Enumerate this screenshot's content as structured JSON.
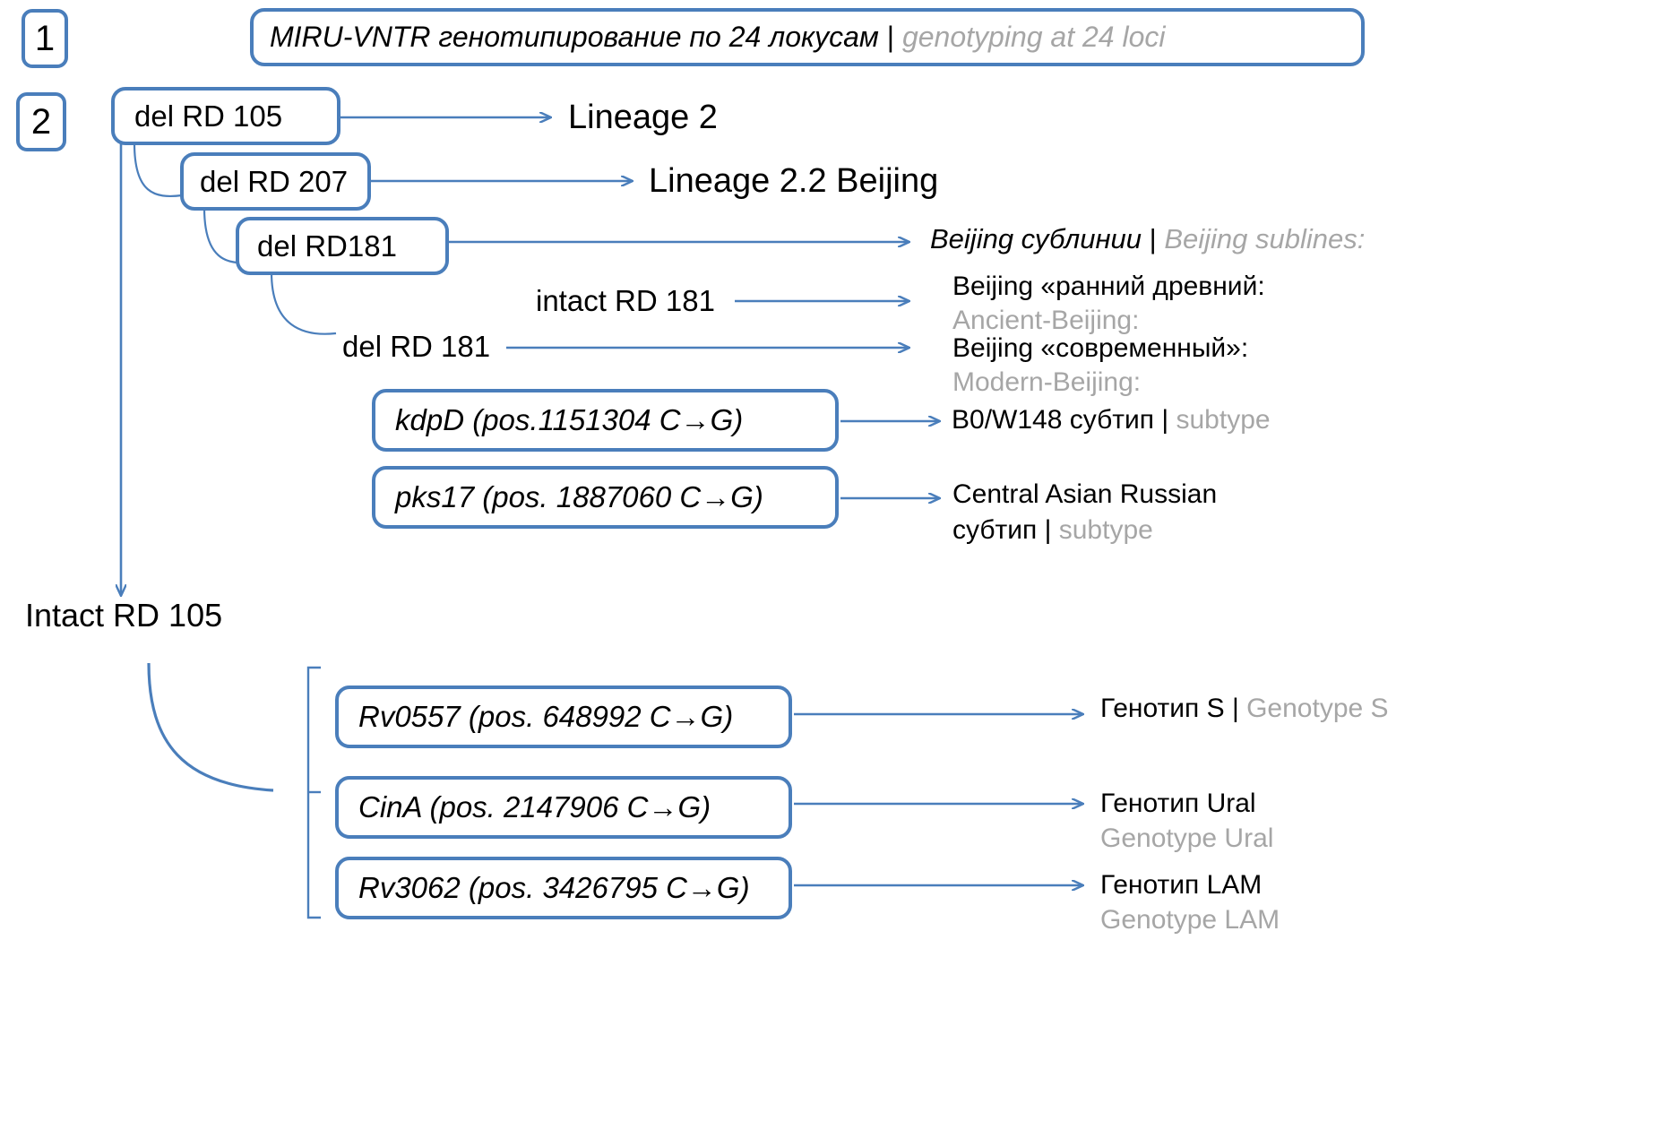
{
  "steps": [
    {
      "number": "1"
    },
    {
      "number": "2"
    }
  ],
  "title_box": {
    "ru": "MIRU-VNTR генотипирование по 24 локусам",
    "sep": "|",
    "en": "genotyping at 24 loci"
  },
  "boxes": {
    "del_rd105": "del RD 105",
    "del_rd207": "del RD 207",
    "del_rd181_box": "del RD181",
    "kdpd": "kdpD (pos.1151304 C→G)",
    "pks17": "pks17 (pos. 1887060 C→G)",
    "rv0557": "Rv0557 (pos. 648992 C→G)",
    "cina": "CinA (pos. 2147906 C→G)",
    "rv3062": "Rv3062 (pos. 3426795 C→G)"
  },
  "plain_labels": {
    "intact_rd181": "intact RD 181",
    "del_rd181": "del RD 181",
    "intact_rd105": "Intact RD 105"
  },
  "outputs": {
    "lineage2": "Lineage 2",
    "lineage22_beijing": "Lineage 2.2 Beijing",
    "beijing_sublines_ru": "Beijing сублинии",
    "beijing_sublines_sep": "|",
    "beijing_sublines_en": "Beijing sublines:",
    "ancient_ru": "Beijing «ранний древний:",
    "ancient_en": "Ancient-Beijing:",
    "modern_ru": "Beijing «современный»:",
    "modern_en": "Modern-Beijing:",
    "b0w148_ru": "B0/W148 субтип",
    "b0w148_sep": "|",
    "b0w148_en": "subtype",
    "car_line1": "Central Asian Russian",
    "car_line2_ru": "субтип",
    "car_line2_sep": "|",
    "car_line2_en": "subtype",
    "genotype_s_ru": "Генотип S",
    "genotype_s_sep": "|",
    "genotype_s_en": "Genotype S",
    "genotype_ural_ru": "Генотип Ural",
    "genotype_ural_en": "Genotype Ural",
    "genotype_lam_ru": "Генотип LAM",
    "genotype_lam_en": "Genotype LAM"
  },
  "colors": {
    "box_border": "#4a7ebb",
    "arrow": "#4a7ebb",
    "text_primary": "#000000",
    "text_secondary": "#a6a6a6",
    "background": "#ffffff"
  }
}
